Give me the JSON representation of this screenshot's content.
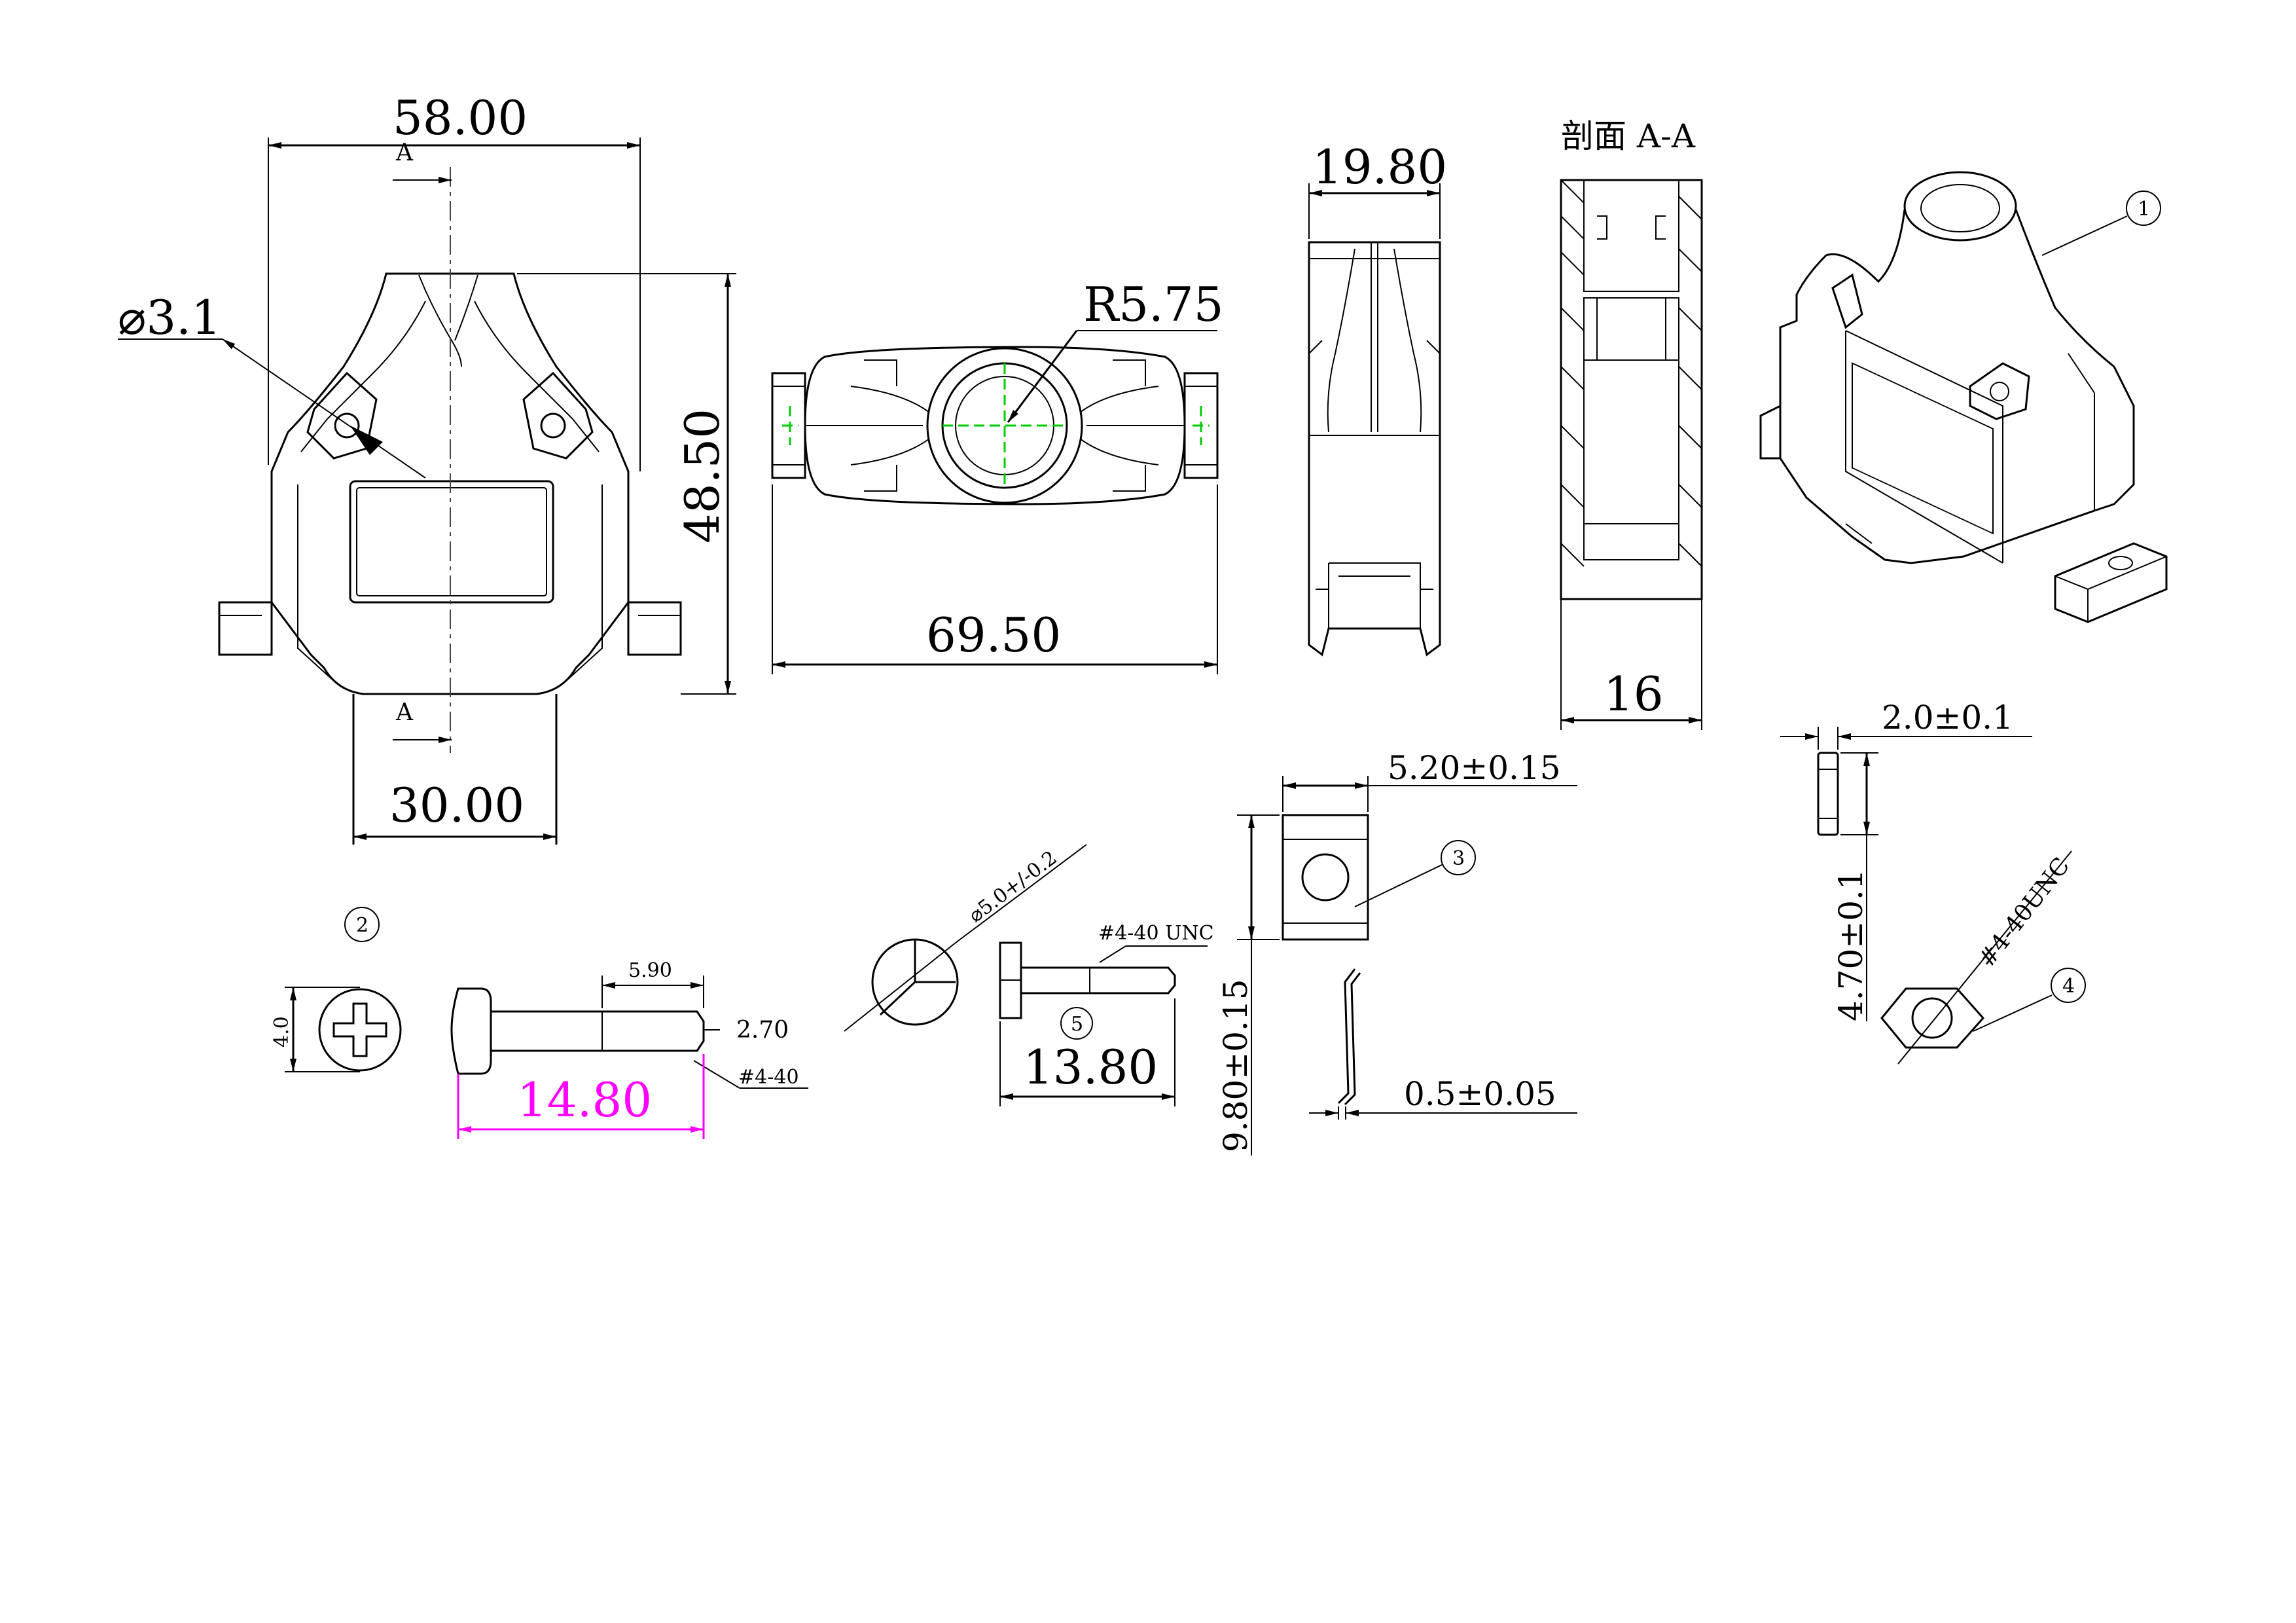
{
  "colors": {
    "line": "#000000",
    "center_mark": "#00cc00",
    "highlight_dimension": "#ff00ff",
    "background": "#ffffff"
  },
  "front_view": {
    "width_dim": "58.00",
    "height_dim": "48.50",
    "bottom_dim": "30.00",
    "hole_dim": "⌀3.1",
    "section_mark_top": "A",
    "section_mark_bottom": "A"
  },
  "top_view": {
    "length_dim": "69.50",
    "radius_dim": "R5.75"
  },
  "side_view": {
    "width_dim": "19.80"
  },
  "section_view": {
    "title": "剖面 A-A",
    "width_dim": "16"
  },
  "part_screw": {
    "balloon": "2",
    "head_dim": "4.0",
    "thread_len_dim": "5.90",
    "thread_dia_dim": "2.70",
    "thread_note": "#4-40",
    "length_dim": "14.80"
  },
  "part_jackscrew": {
    "balloon": "5",
    "dia_note": "⌀5.0+/-0.2",
    "thread_note": "#4-40 UNC",
    "length_dim": "13.80"
  },
  "part_clip": {
    "balloon": "3",
    "width_dim": "5.20±0.15",
    "height_dim": "9.80±0.15",
    "thickness_dim": "0.5±0.05"
  },
  "part_nut": {
    "balloon": "4",
    "thickness_dim": "2.0±0.1",
    "height_dim": "4.70±0.1",
    "thread_note": "#4-40UNC"
  },
  "iso_view": {
    "balloon": "1"
  }
}
